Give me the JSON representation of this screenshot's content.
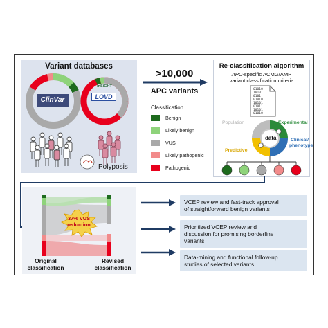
{
  "colors": {
    "benign": "#1e6b1e",
    "likely_benign": "#8ed37a",
    "vus": "#a9a9a9",
    "likely_pathogenic": "#f28b8b",
    "pathogenic": "#e8001c",
    "arrow": "#1f3b63",
    "panel_bg": "#dde3ee",
    "box_bg": "#dbe5f0"
  },
  "databases": {
    "title": "Variant databases",
    "clinvar_logo": "ClinVar",
    "insight_logo": "InSiGHT",
    "lovd_logo": "LOVD",
    "polyposis_label": "Polyposis",
    "clinvar_ring": [
      0.72,
      0.13,
      0.1,
      0.05
    ],
    "lovd_ring": [
      0.05,
      0.05,
      0.35,
      0.1,
      0.45
    ]
  },
  "center": {
    "count": ">10,000",
    "count_sub": "APC variants",
    "legend_title": "Classification",
    "legend": [
      {
        "label": "Benign",
        "color": "#1e6b1e"
      },
      {
        "label": "Likely benign",
        "color": "#8ed37a"
      },
      {
        "label": "VUS",
        "color": "#a9a9a9"
      },
      {
        "label": "Likely pathogenic",
        "color": "#f28b8b"
      },
      {
        "label": "Pathogenic",
        "color": "#e8001c"
      }
    ]
  },
  "algorithm": {
    "title": "Re-classification algorithm",
    "subtitle_em": "APC",
    "subtitle_rest": "-specific ACMG/AMP",
    "subtitle_line2": "variant classification criteria",
    "population": "Population",
    "experimental": "Experimental",
    "data": "data",
    "clinical": "Clinical/",
    "phenotype": "phenotype",
    "predictive": "Predictive",
    "doc_binary": [
      "01010",
      "10101",
      "0101",
      "01010",
      "10101",
      "01011",
      "10101",
      "01010"
    ]
  },
  "sankey": {
    "badge_line1": "37% VUS",
    "badge_line2": "reduction",
    "left_label_1": "Original",
    "left_label_2": "classification",
    "right_label_1": "Revised",
    "right_label_2": "classification"
  },
  "outcomes": [
    {
      "line1": "VCEP review and fast-track approval",
      "line2": "of straightforward benign variants",
      "line3": ""
    },
    {
      "line1": "Prioritized VCEP review and",
      "line2": "discussion for promising borderline",
      "line3": "variants"
    },
    {
      "line1": "Data-mining and functional follow-up",
      "line2": "studies of selected variants",
      "line3": ""
    }
  ]
}
